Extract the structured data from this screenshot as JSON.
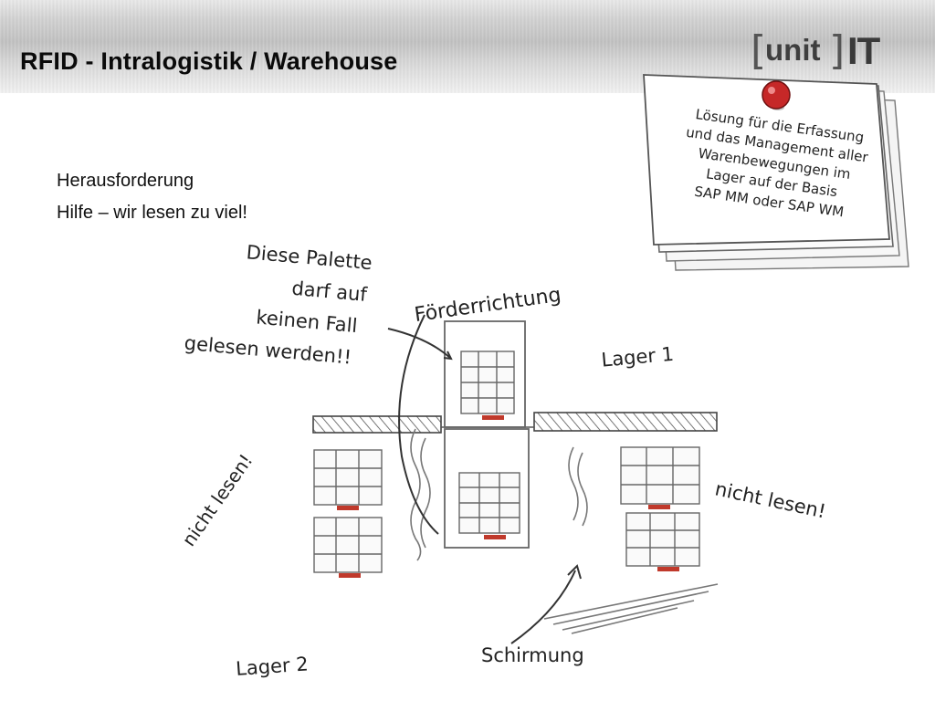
{
  "slide": {
    "title": "RFID - Intralogistik / Warehouse",
    "logo": {
      "bracket_left": "[",
      "word": "unit",
      "bracket_right": "]",
      "suffix": "IT"
    },
    "bullets": [
      "Herausforderung",
      "Hilfe – wir lesen zu viel!"
    ]
  },
  "note": {
    "lines": [
      "Lösung für die Erfassung",
      "und das Management aller",
      "Warenbewegungen im",
      "Lager auf der Basis",
      "SAP MM oder SAP WM"
    ],
    "pin_color": "#c62828"
  },
  "sketch": {
    "palette_warning": [
      "Diese Palette",
      "darf auf",
      "keinen Fall",
      "gelesen werden!!"
    ],
    "direction_label": "Förderrichtung",
    "lager1": "Lager 1",
    "lager2": "Lager 2",
    "no_read_left": "nicht lesen!",
    "no_read_right": "nicht lesen!",
    "shielding": "Schirmung",
    "tag_color": "#c0392b"
  }
}
